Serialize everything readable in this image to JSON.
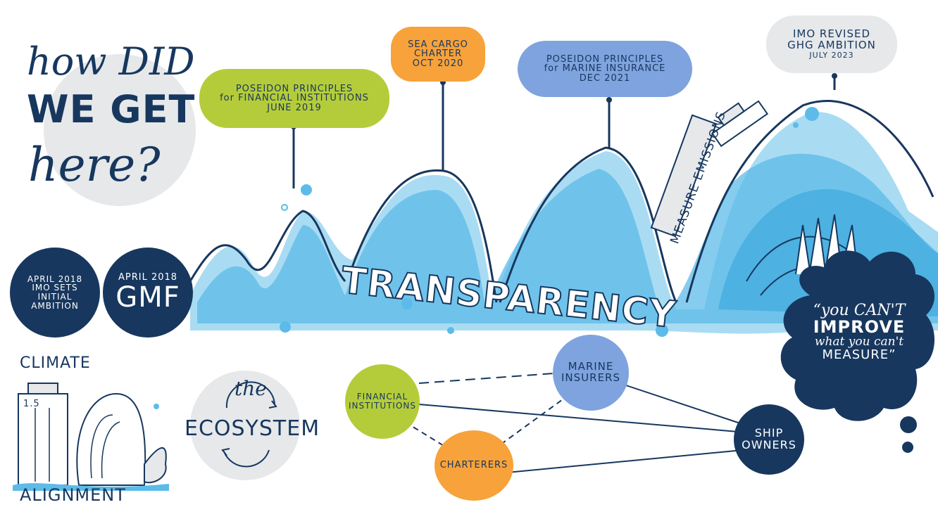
{
  "title": {
    "line1": "how DID",
    "line2": "WE GET",
    "line3": "here?"
  },
  "milestones": {
    "poseidon_fi": {
      "line1": "POSEIDON PRINCIPLES",
      "line2": "for FINANCIAL INSTITUTIONS",
      "line3": "JUNE 2019"
    },
    "sea_cargo": {
      "line1": "SEA CARGO",
      "line2": "CHARTER",
      "line3": "OCT 2020"
    },
    "poseidon_mi": {
      "line1": "POSEIDON PRINCIPLES",
      "line2": "for MARINE INSURANCE",
      "line3": "DEC 2021"
    },
    "imo_revised": {
      "line1": "IMO REVISED",
      "line2": "GHG AMBITION",
      "line3": "JULY 2023"
    }
  },
  "dark_circles": {
    "imo_initial": {
      "line1": "APRIL 2018",
      "line2": "IMO SETS",
      "line3": "INITIAL",
      "line4": "AMBITION"
    },
    "gmf": {
      "line1": "APRIL 2018",
      "line2": "GMF"
    }
  },
  "wave_text": {
    "transparency": "TRANSPARENCY",
    "measure_emissions": "MEASURE EMISSIONS"
  },
  "quote": {
    "line1": "“you CAN'T",
    "line2": "IMPROVE",
    "line3": "what you can't",
    "line4": "MEASURE”"
  },
  "climate_alignment": {
    "top": "CLIMATE",
    "bottom": "ALIGNMENT",
    "ship_mark": "1.5"
  },
  "ecosystem": {
    "the": "the",
    "label": "ECOSYSTEM"
  },
  "nodes": {
    "financial_institutions": {
      "line1": "FINANCIAL",
      "line2": "INSTITUTIONS"
    },
    "marine_insurers": {
      "line1": "MARINE",
      "line2": "INSURERS"
    },
    "charterers": {
      "line1": "CHARTERERS"
    },
    "ship_owners": {
      "line1": "SHIP",
      "line2": "OWNERS"
    }
  },
  "colors": {
    "navy": "#17375e",
    "lime": "#b5cc3a",
    "orange": "#f7a23a",
    "periwinkle": "#7fa3de",
    "grey": "#e6e8ea",
    "wave_light": "#a9dcf3",
    "wave_mid": "#5cbbe8",
    "wave_dark": "#2c9fd8"
  }
}
